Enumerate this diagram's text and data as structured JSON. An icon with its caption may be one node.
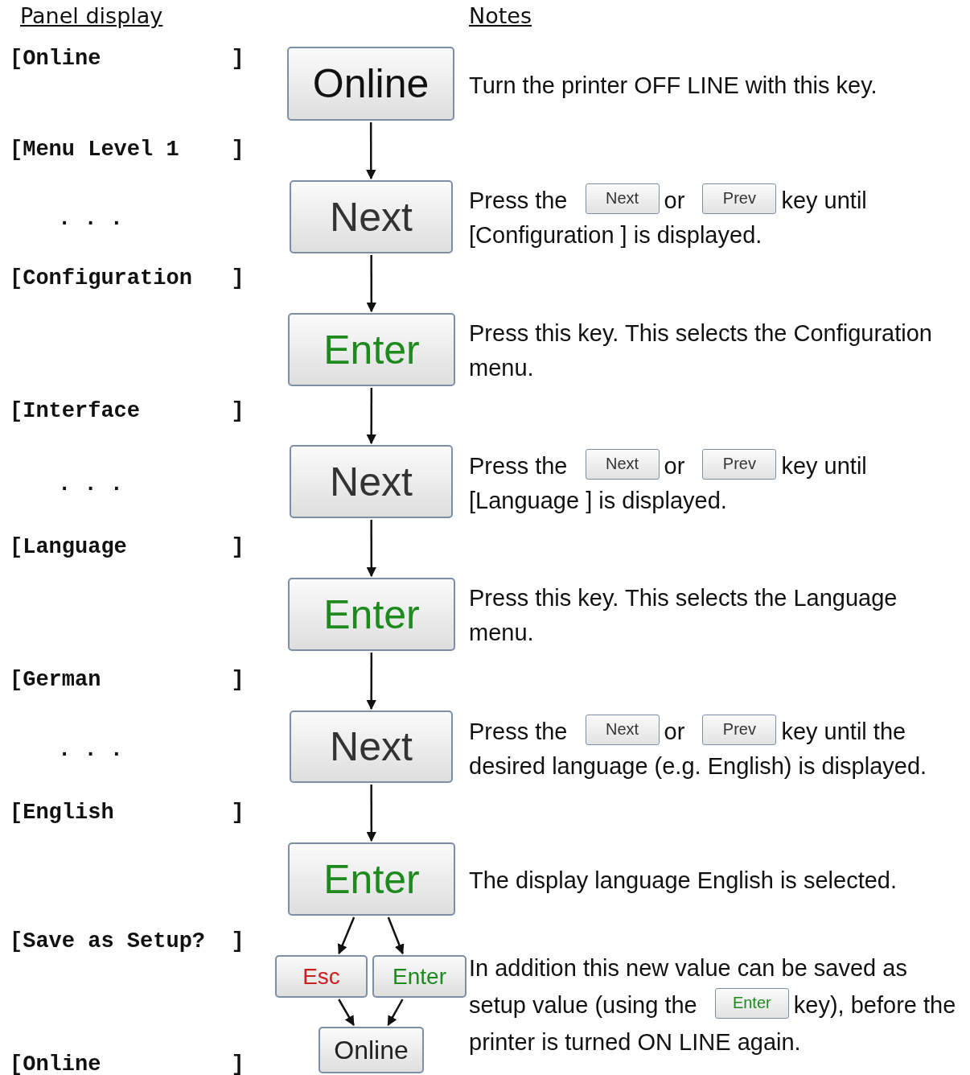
{
  "diagram": {
    "nodes": [
      {
        "text": [
          "Online"
        ]
      },
      {
        "text": [
          "Next"
        ]
      },
      {
        "text": [
          "Next"
        ]
      },
      {
        "text": [
          "Prev"
        ]
      },
      {
        "text": [
          "Enter"
        ]
      },
      {
        "text": [
          "Next"
        ]
      },
      {
        "text": [
          "Next"
        ]
      },
      {
        "text": [
          "Prev"
        ]
      },
      {
        "text": [
          "Enter"
        ]
      },
      {
        "text": [
          "Next"
        ]
      },
      {
        "text": [
          "Next"
        ]
      },
      {
        "text": [
          "Prev"
        ]
      },
      {
        "text": [
          "Enter"
        ]
      },
      {
        "text": [
          "Esc"
        ]
      },
      {
        "text": [
          "Enter"
        ]
      },
      {
        "text": [
          "Enter"
        ]
      },
      {
        "text": [
          "Online"
        ]
      }
    ],
    "edges": [
      {
        "from": 0,
        "to": 1,
        "arrow": "to"
      },
      {
        "from": 1,
        "to": 4,
        "arrow": "to"
      },
      {
        "from": 4,
        "to": 5,
        "arrow": "to"
      },
      {
        "from": 5,
        "to": 8,
        "arrow": "to"
      },
      {
        "from": 8,
        "to": 9,
        "arrow": "to"
      },
      {
        "from": 9,
        "to": 12,
        "arrow": "to"
      },
      {
        "from": 12,
        "to": 13,
        "arrow": "to"
      },
      {
        "from": 12,
        "to": 14,
        "arrow": "to"
      },
      {
        "from": 13,
        "to": 16,
        "arrow": "to"
      },
      {
        "from": 14,
        "to": 16,
        "arrow": "to"
      }
    ],
    "labels": [
      "Panel display",
      "Notes",
      "[Online          ]",
      "Turn the printer OFF LINE with this key.",
      "[Menu Level 1    ]",
      ". . .",
      "Press the",
      "or",
      "key until [Configuration ] is displayed.",
      "[Configuration   ]",
      "Press this key. This selects the Configuration menu.",
      "[Interface       ]",
      ". . .",
      "Press the",
      "or",
      "key until [Language ] is displayed.",
      "[Language        ]",
      "Press this key. This selects the Language menu.",
      "[German          ]",
      ". . .",
      "Press the",
      "or",
      "key until the desired language (e.g. English) is displayed.",
      "[English         ]",
      "The display language English is selected.",
      "[Save as Setup?  ]",
      "In addition this new value can be saved as setup value (using the",
      "key), before the printer is turned ON LINE again.",
      "[Online          ]"
    ]
  }
}
